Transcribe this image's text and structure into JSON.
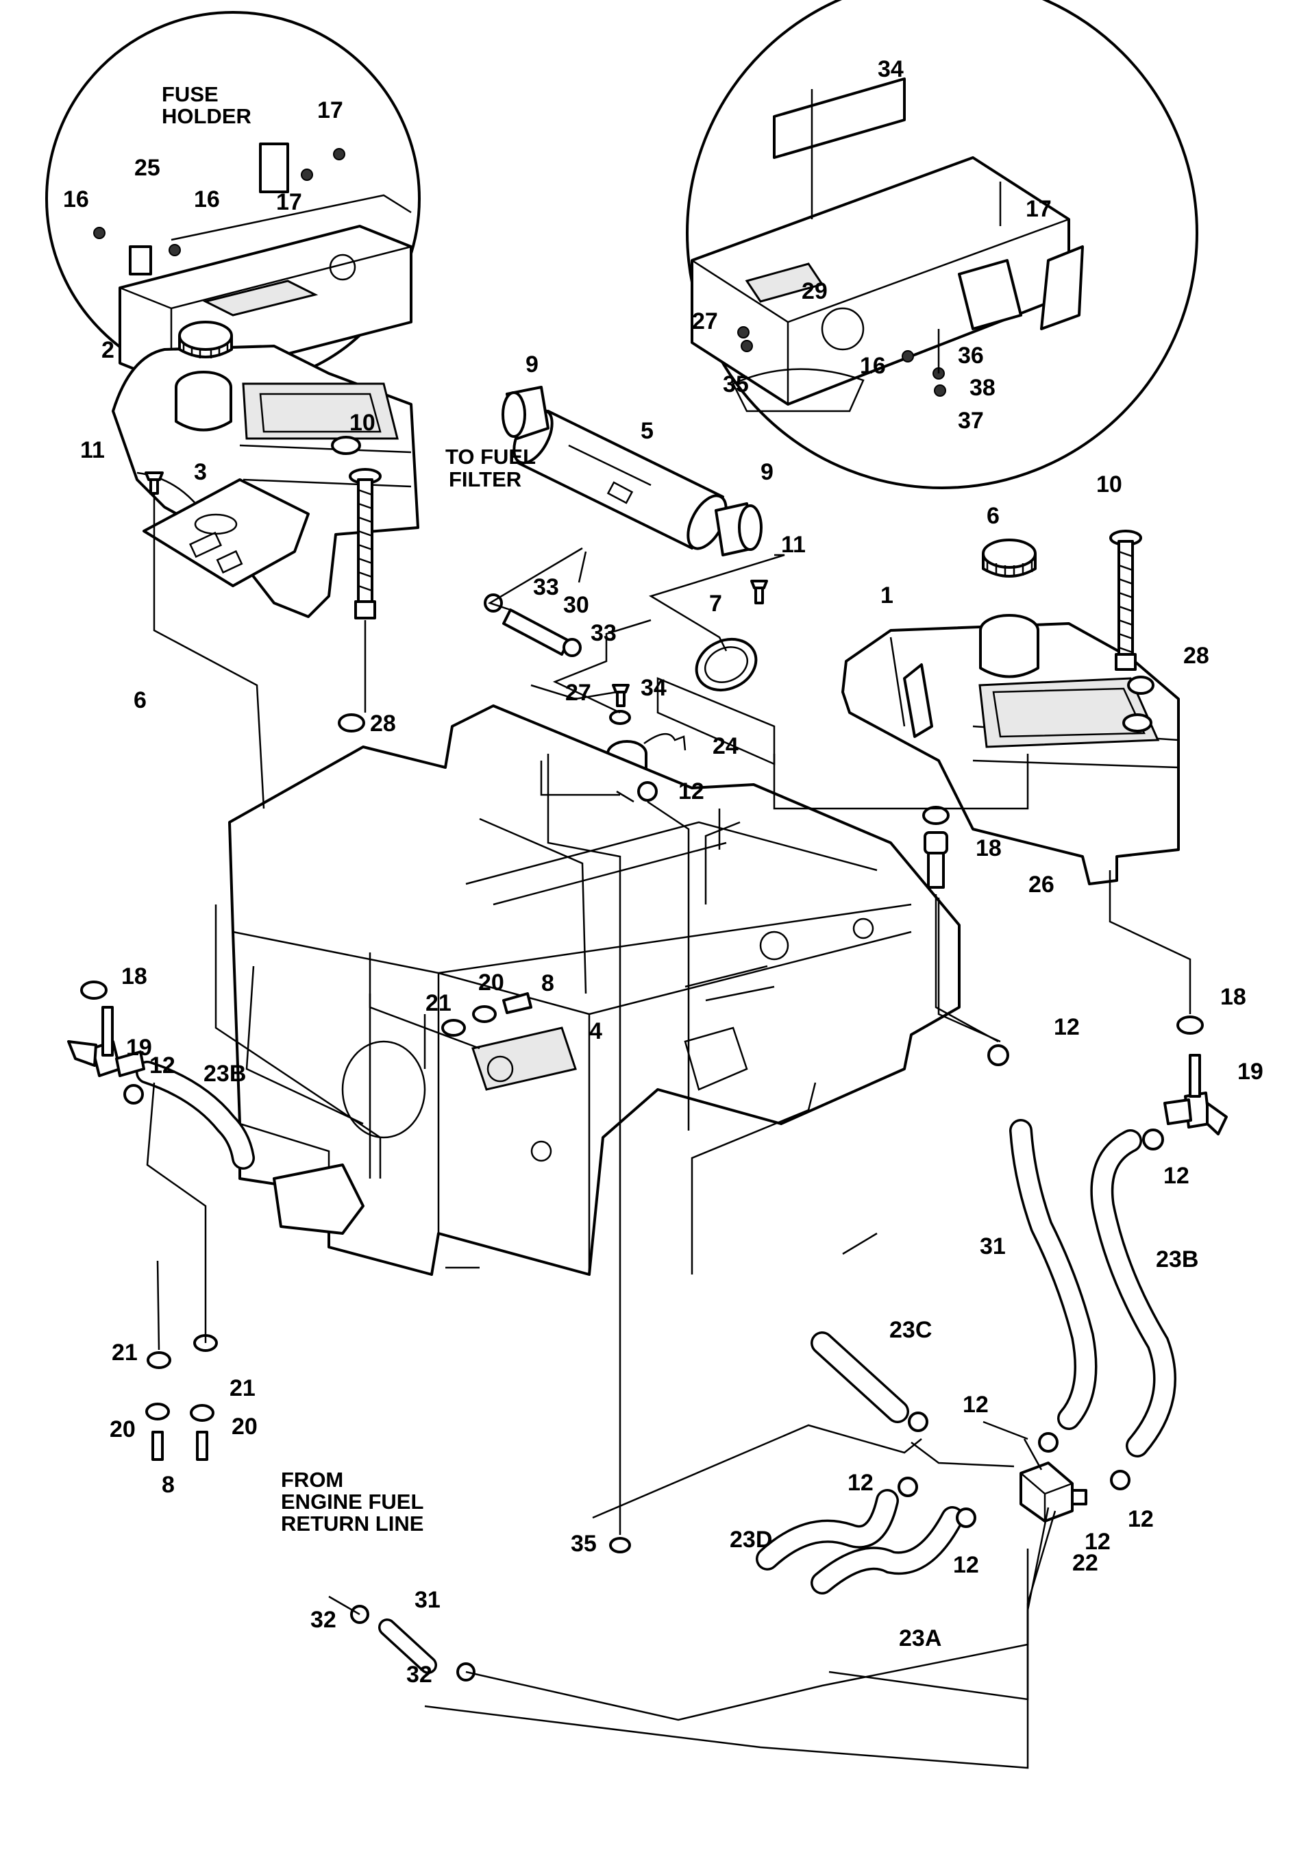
{
  "captions": {
    "fuse_holder_line1": "FUSE",
    "fuse_holder_line2": "HOLDER",
    "to_fuel_filter_line1": "TO FUEL",
    "to_fuel_filter_line2": "FILTER",
    "from_engine_line1": "FROM",
    "from_engine_line2": "ENGINE FUEL",
    "from_engine_line3": "RETURN LINE"
  },
  "callouts": {
    "c1": "1",
    "c2": "2",
    "c3": "3",
    "c4": "4",
    "c5": "5",
    "c6a": "6",
    "c6b": "6",
    "c7": "7",
    "c8a": "8",
    "c8b": "8",
    "c9a": "9",
    "c9b": "9",
    "c10a": "10",
    "c10b": "10",
    "c11a": "11",
    "c11b": "11",
    "c12a": "12",
    "c12b": "12",
    "c12c": "12",
    "c12d": "12",
    "c12e": "12",
    "c12f": "12",
    "c12g": "12",
    "c12h": "12",
    "c12i": "12",
    "c16a": "16",
    "c16b": "16",
    "c16c": "16",
    "c17a": "17",
    "c17b": "17",
    "c17c": "17",
    "c18a": "18",
    "c18b": "18",
    "c18c": "18",
    "c19a": "19",
    "c19b": "19",
    "c20a": "20",
    "c20b": "20",
    "c20c": "20",
    "c21a": "21",
    "c21b": "21",
    "c21c": "21",
    "c22": "22",
    "c23a": "23A",
    "c23b1": "23B",
    "c23b2": "23B",
    "c23c": "23C",
    "c23d": "23D",
    "c24": "24",
    "c25": "25",
    "c26": "26",
    "c27a": "27",
    "c27b": "27",
    "c28a": "28",
    "c28b": "28",
    "c29": "29",
    "c30": "30",
    "c31a": "31",
    "c31b": "31",
    "c32a": "32",
    "c32b": "32",
    "c33a": "33",
    "c33b": "33",
    "c34a": "34",
    "c34b": "34",
    "c35a": "35",
    "c35b": "35",
    "c36": "36",
    "c37": "37",
    "c38": "38"
  }
}
